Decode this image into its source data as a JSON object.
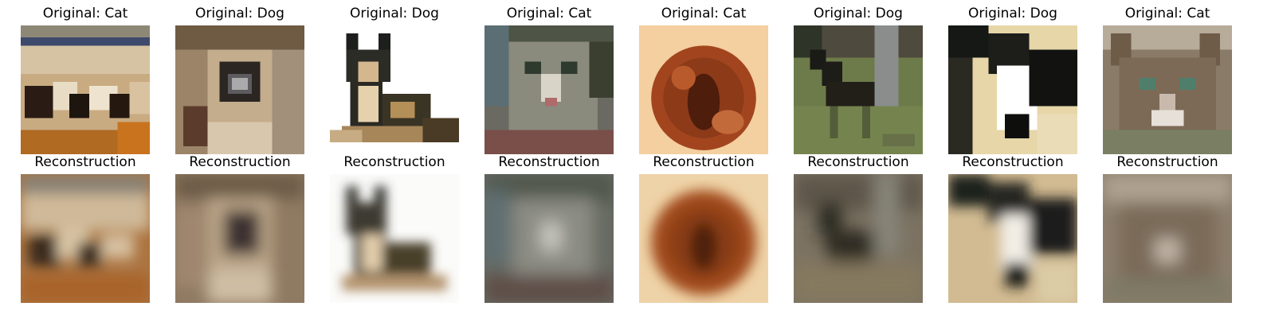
{
  "figure": {
    "panels": [
      {
        "title": "Original: Cat",
        "subject": "cat",
        "kind": "original"
      },
      {
        "title": "Original: Dog",
        "subject": "dog",
        "kind": "original"
      },
      {
        "title": "Original: Dog",
        "subject": "dog",
        "kind": "original"
      },
      {
        "title": "Original: Cat",
        "subject": "cat",
        "kind": "original"
      },
      {
        "title": "Original: Cat",
        "subject": "cat",
        "kind": "original"
      },
      {
        "title": "Original: Dog",
        "subject": "dog",
        "kind": "original"
      },
      {
        "title": "Original: Dog",
        "subject": "dog",
        "kind": "original"
      },
      {
        "title": "Original: Cat",
        "subject": "cat",
        "kind": "original"
      },
      {
        "title": "Reconstruction",
        "subject": "cat",
        "kind": "reconstruction"
      },
      {
        "title": "Reconstruction",
        "subject": "dog",
        "kind": "reconstruction"
      },
      {
        "title": "Reconstruction",
        "subject": "dog",
        "kind": "reconstruction"
      },
      {
        "title": "Reconstruction",
        "subject": "cat",
        "kind": "reconstruction"
      },
      {
        "title": "Reconstruction",
        "subject": "cat",
        "kind": "reconstruction"
      },
      {
        "title": "Reconstruction",
        "subject": "dog",
        "kind": "reconstruction"
      },
      {
        "title": "Reconstruction",
        "subject": "dog",
        "kind": "reconstruction"
      },
      {
        "title": "Reconstruction",
        "subject": "cat",
        "kind": "reconstruction"
      }
    ]
  }
}
